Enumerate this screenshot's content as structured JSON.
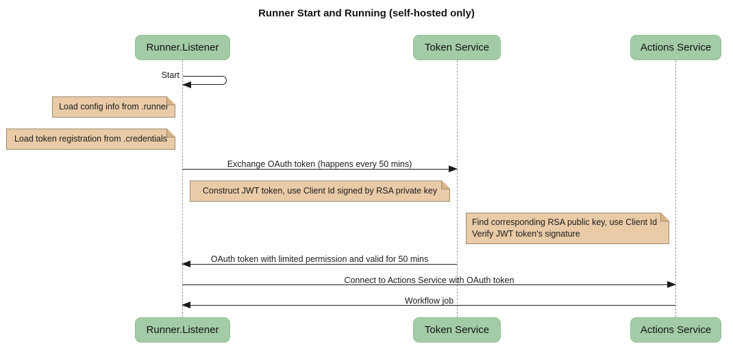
{
  "title": "Runner Start and Running (self-hosted only)",
  "actors": [
    {
      "name": "Runner.Listener"
    },
    {
      "name": "Token Service"
    },
    {
      "name": "Actions Service"
    }
  ],
  "messages": {
    "start": "Start",
    "exchange": "Exchange OAuth token (happens every 50 mins)",
    "oauth_return": "OAuth token with limited permission and valid for 50 mins",
    "connect": "Connect to Actions Service with OAuth token",
    "workflow": "Workflow job"
  },
  "notes": {
    "load_config": "Load config info from .runner",
    "load_token": "Load token registration from .credentials",
    "construct_jwt": "Construct JWT token, use Client Id signed by RSA private key",
    "verify_line1": "Find corresponding RSA public key, use Client Id",
    "verify_line2": "Verify JWT token's signature"
  },
  "colors": {
    "background": "#ffffff",
    "actor-fill": "#a3cca6",
    "actor-border": "#8fbd92",
    "note-fill": "#eacba7",
    "note-border": "#9f8a6d",
    "note-fold": "#d8b488",
    "lifeline": "#999999",
    "arrow": "#1a1a1a"
  }
}
